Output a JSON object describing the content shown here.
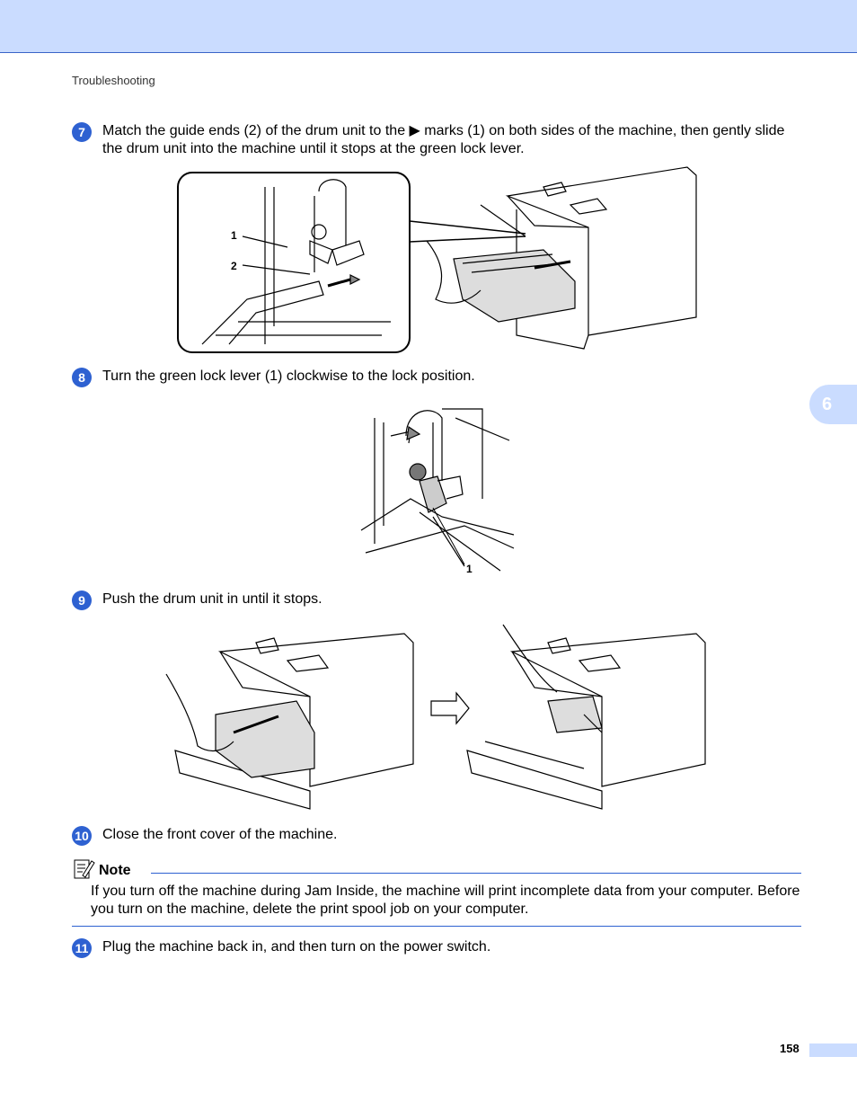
{
  "header": {
    "section": "Troubleshooting"
  },
  "chapter_tab": "6",
  "steps": [
    {
      "number": "7",
      "text": "Match the guide ends (2) of the drum unit to the ▶ marks (1) on both sides of the machine, then gently slide the drum unit into the machine until it stops at the green lock lever."
    },
    {
      "number": "8",
      "text": "Turn the green lock lever (1) clockwise to the lock position."
    },
    {
      "number": "9",
      "text": "Push the drum unit in until it stops."
    },
    {
      "number": "10",
      "text": "Close the front cover of the machine."
    },
    {
      "number": "11",
      "text": "Plug the machine back in, and then turn on the power switch."
    }
  ],
  "figure_labels": {
    "fig7_callout_1": "1",
    "fig7_callout_2": "2",
    "fig8_callout_1": "1"
  },
  "note": {
    "label": "Note",
    "text": "If you turn off the machine during Jam Inside, the machine will print incomplete data from your computer. Before you turn on the machine, delete the print spool job on your computer."
  },
  "footer": {
    "page_number": "158"
  }
}
